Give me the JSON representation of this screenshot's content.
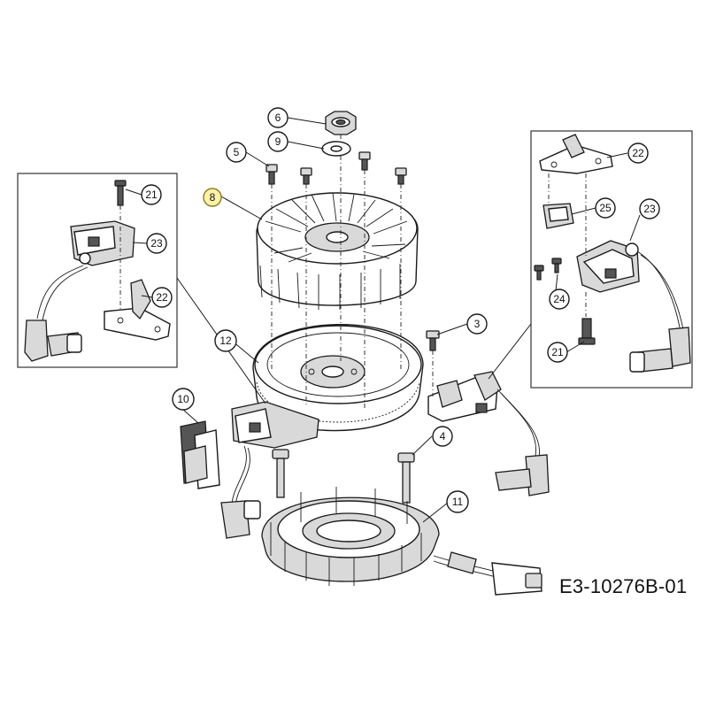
{
  "drawing_code": "E3-10276B-01",
  "callouts": {
    "c3": "3",
    "c4": "4",
    "c5": "5",
    "c6": "6",
    "c8": "8",
    "c9": "9",
    "c10": "10",
    "c11": "11",
    "c12": "12",
    "c21_left": "21",
    "c21_right": "21",
    "c22_left": "22",
    "c22_right": "22",
    "c23_left": "23",
    "c23_right": "23",
    "c24": "24",
    "c25": "25"
  },
  "colors": {
    "highlight_fill": "#fff2a8",
    "line": "#1a1a1a"
  }
}
